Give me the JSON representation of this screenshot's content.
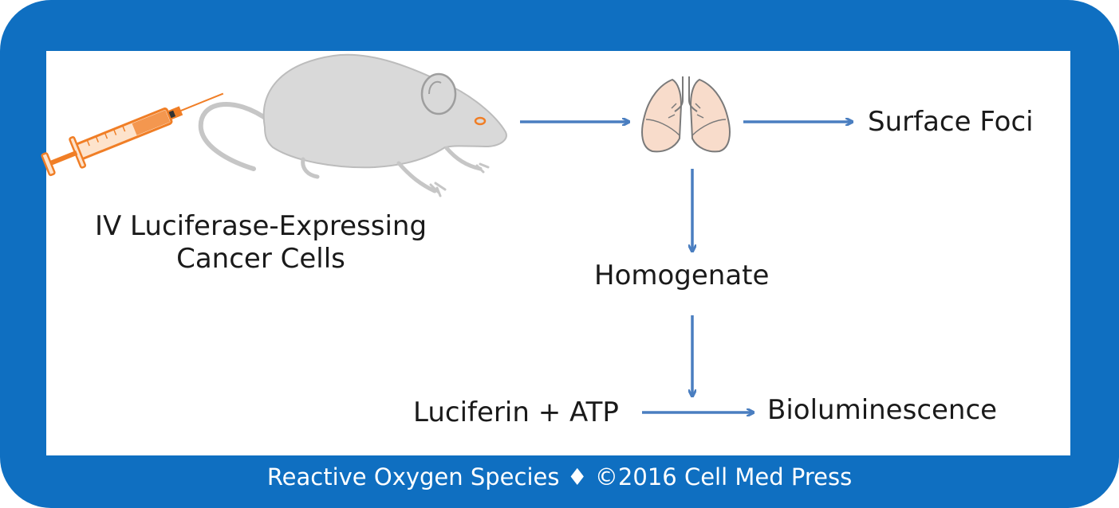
{
  "diagram": {
    "nodes": {
      "injection": {
        "line1": "IV Luciferase-Expressing",
        "line2": "Cancer Cells"
      },
      "surface_foci": "Surface Foci",
      "homogenate": "Homogenate",
      "substrate": "Luciferin + ATP",
      "bioluminescence": "Bioluminescence"
    },
    "icons": {
      "syringe": "syringe-icon",
      "mouse": "mouse-icon",
      "lungs": "lungs-icon"
    }
  },
  "footer": {
    "publication": "Reactive Oxygen Species",
    "separator": "♦",
    "copyright": "©2016 Cell Med Press"
  },
  "colors": {
    "frame": "#0f6fc1",
    "arrow": "#4a7ec0",
    "syringe": "#f07e26",
    "mouse": "#d9d9d9",
    "lungs": "#f8dccb"
  }
}
